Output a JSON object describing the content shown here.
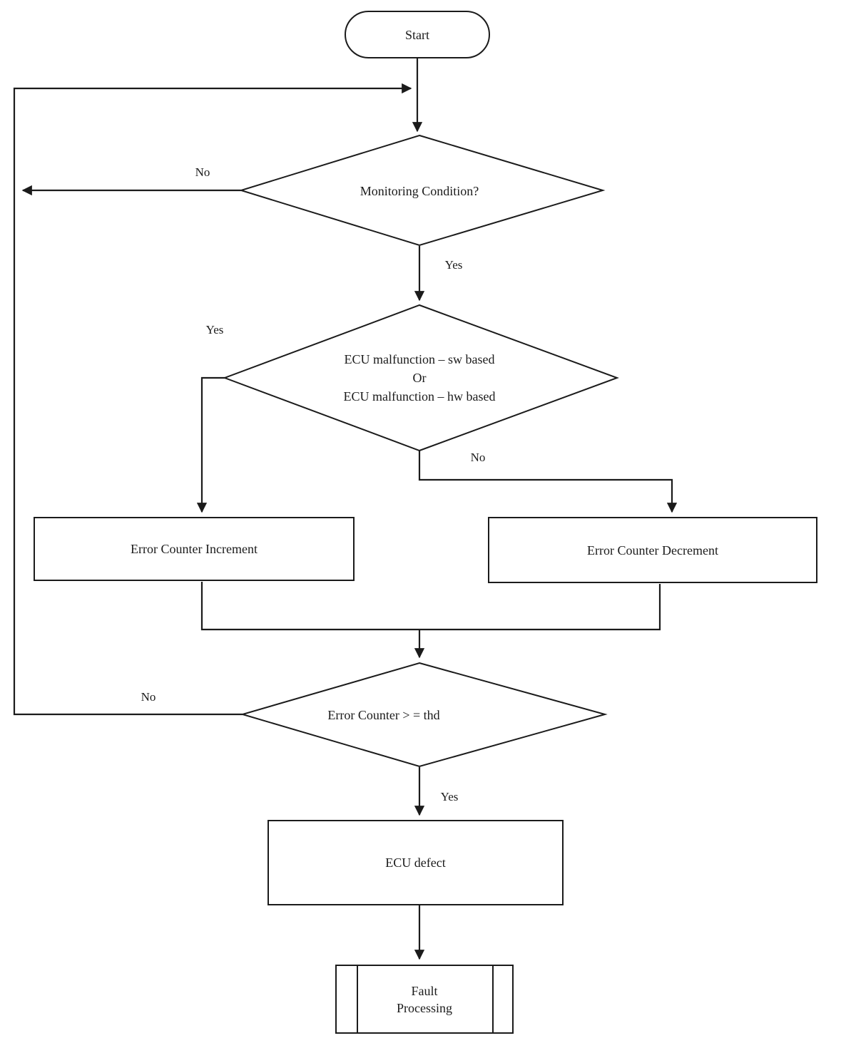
{
  "diagram": {
    "nodes": {
      "start": {
        "type": "terminator",
        "label": "Start"
      },
      "monitoring": {
        "type": "decision",
        "label": "Monitoring Condition?"
      },
      "malfunction": {
        "type": "decision",
        "line1": "ECU malfunction – sw based",
        "line2": "Or",
        "line3": "ECU malfunction – hw based"
      },
      "increment": {
        "type": "process",
        "label": "Error Counter Increment"
      },
      "decrement": {
        "type": "process",
        "label": "Error Counter Decrement"
      },
      "threshold": {
        "type": "decision",
        "label": "Error Counter > = thd"
      },
      "defect": {
        "type": "process",
        "label": "ECU defect"
      },
      "fault": {
        "type": "predefined-process",
        "line1": "Fault",
        "line2": "Processing"
      }
    },
    "edge_labels": {
      "monitoring_no": "No",
      "monitoring_yes": "Yes",
      "malfunction_yes": "Yes",
      "malfunction_no": "No",
      "threshold_no": "No",
      "threshold_yes": "Yes"
    },
    "colors": {
      "line": "#1b1b1b",
      "text": "#1b1b1b",
      "background": "#ffffff"
    }
  }
}
